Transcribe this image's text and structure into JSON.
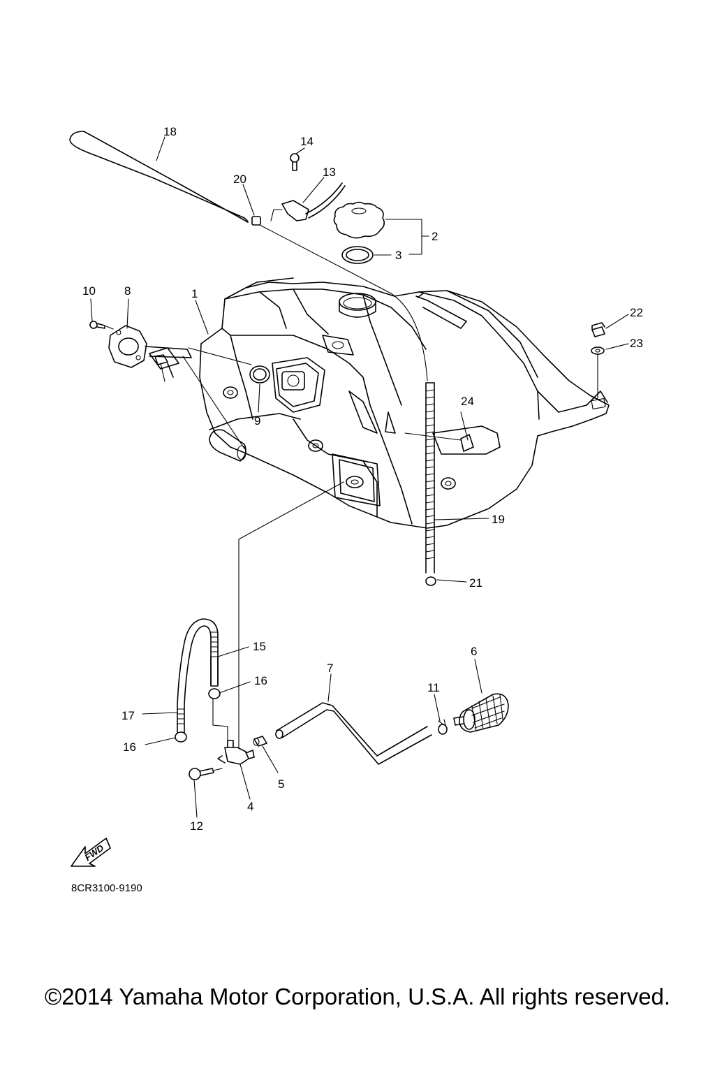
{
  "diagram": {
    "part_number": "8CR3100-9190",
    "fwd_label": "FWD",
    "callouts": {
      "c1": "1",
      "c2": "2",
      "c3": "3",
      "c4": "4",
      "c5": "5",
      "c6": "6",
      "c7": "7",
      "c8": "8",
      "c9": "9",
      "c10": "10",
      "c11": "11",
      "c12": "12",
      "c13": "13",
      "c14": "14",
      "c15": "15",
      "c16a": "16",
      "c16b": "16",
      "c17": "17",
      "c18": "18",
      "c19": "19",
      "c20": "20",
      "c21": "21",
      "c22": "22",
      "c23": "23",
      "c24": "24"
    }
  },
  "footer": {
    "copyright": "©2014 Yamaha Motor Corporation, U.S.A. All rights reserved."
  }
}
